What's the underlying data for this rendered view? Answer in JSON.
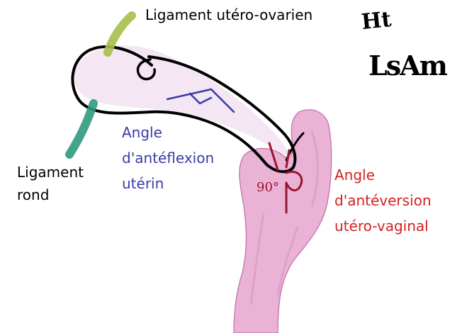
{
  "labels": {
    "ligament_utero_ovarien": "Ligament utéro-ovarien",
    "ligament_rond_line1": "Ligament",
    "ligament_rond_line2": "rond",
    "anteflexion_line1": "Angle",
    "anteflexion_line2": "d'antéflexion",
    "anteflexion_line3": "utérin",
    "anteversion_line1": "Angle",
    "anteversion_line2": "d'antéversion",
    "anteversion_line3": "utéro-vaginal",
    "angle_value": "90°"
  },
  "handwriting": {
    "top": "Ht",
    "bottom": "LsAm"
  },
  "colors": {
    "text_black": "#000000",
    "anteflexion_blue": "#3a3aa8",
    "anteversion_red": "#d42020",
    "vagina_pink": "#eab3d6",
    "vagina_shadow": "#c77db0",
    "angle_maroon": "#9a1530",
    "ligament_green": "#a6bf4a",
    "ligament_teal": "#2e9a7e",
    "uterus_tint": "#ecd6ea"
  }
}
